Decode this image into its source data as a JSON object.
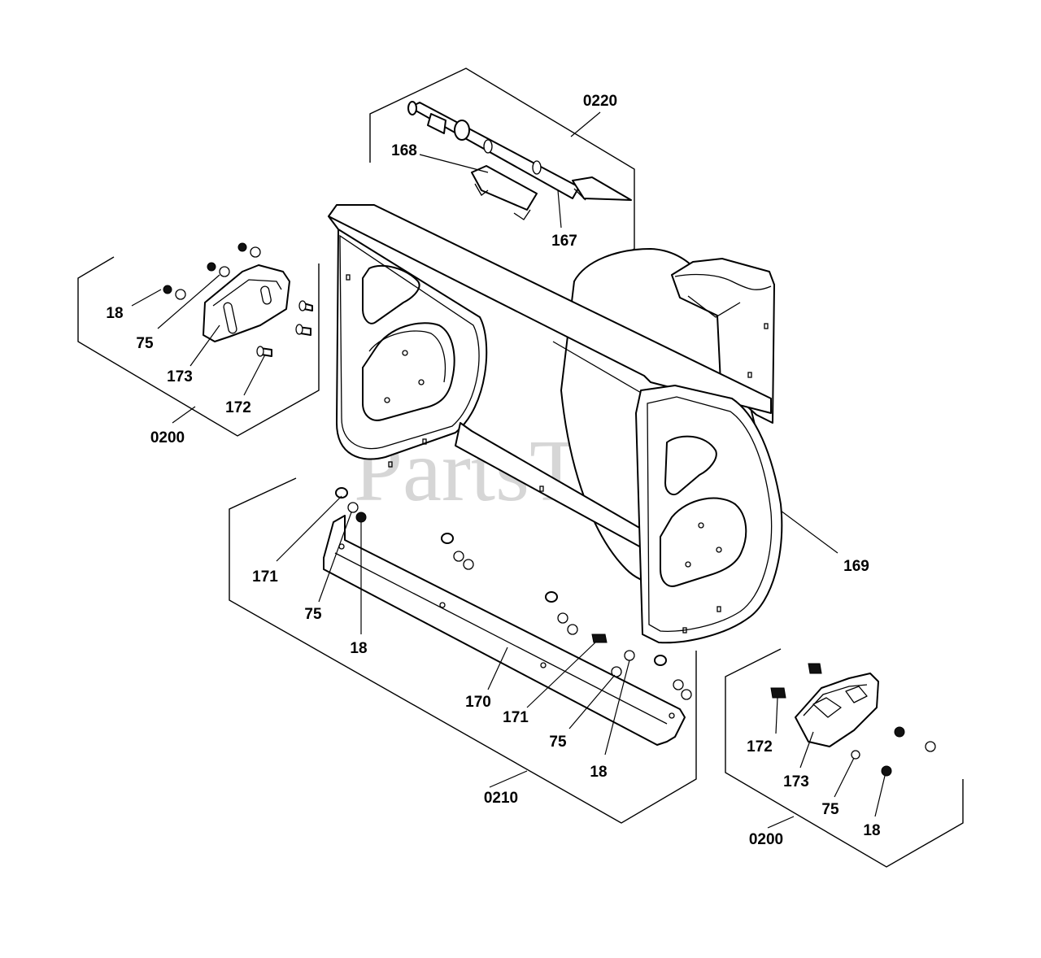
{
  "watermark": "PartsTree",
  "labels": {
    "l0220": "0220",
    "l168": "168",
    "l167": "167",
    "l18a": "18",
    "l75a": "75",
    "l173a": "173",
    "l172a": "172",
    "l0200a": "0200",
    "l169": "169",
    "l171a": "171",
    "l75b": "75",
    "l18b": "18",
    "l170": "170",
    "l171b": "171",
    "l75c": "75",
    "l18c": "18",
    "l0210": "0210",
    "l172b": "172",
    "l173b": "173",
    "l75d": "75",
    "l18d": "18",
    "l0200b": "0200"
  }
}
